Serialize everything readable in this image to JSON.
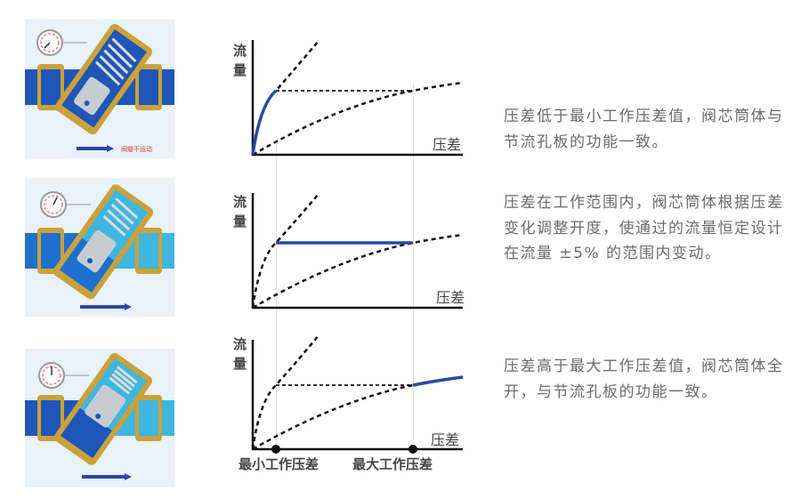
{
  "axis_labels": {
    "y": "流量",
    "x": "压差",
    "min_point": "最小工作压差",
    "max_point": "最大工作压差"
  },
  "valve_annotation": "阀瓣不运动",
  "rows": [
    {
      "state": "below-min",
      "description": "压差低于最小工作压差值，阀芯筒体与节流孔板的功能一致。"
    },
    {
      "state": "within-range",
      "description": "压差在工作范围内，阀芯筒体根据压差变化调整开度，使通过的流量恒定设计在流量 ±5% 的范围内变动。"
    },
    {
      "state": "above-max",
      "description": "压差高于最大工作压差值，阀芯筒体全开，与节流孔板的功能一致。"
    }
  ],
  "colors": {
    "highlight": "#2a48a8",
    "dashed": "#111111",
    "axis": "#111111",
    "text": "#6b6b6b",
    "pipe_dark": "#1f56b8",
    "pipe_light": "#3fb6e0",
    "brass": "#c9a23a"
  },
  "chart_data": [
    {
      "type": "line",
      "title": "",
      "xlabel": "压差",
      "ylabel": "流量",
      "markers": {
        "min_working_dp": 0.18,
        "max_working_dp": 0.76
      },
      "series": [
        {
          "name": "steep-orifice-curve",
          "style": "dashed",
          "x": [
            0,
            0.05,
            0.1,
            0.18,
            0.26,
            0.32
          ],
          "y": [
            0,
            0.28,
            0.45,
            0.56,
            0.74,
            0.96
          ]
        },
        {
          "name": "shallow-orifice-curve",
          "style": "dashed",
          "x": [
            0,
            0.2,
            0.4,
            0.6,
            0.76,
            1.0
          ],
          "y": [
            0,
            0.2,
            0.34,
            0.46,
            0.56,
            0.62
          ]
        },
        {
          "name": "plateau",
          "style": "dashed",
          "x": [
            0.18,
            0.76
          ],
          "y": [
            0.56,
            0.56
          ]
        },
        {
          "name": "active-region",
          "style": "solid-blue",
          "x": [
            0,
            0.05,
            0.1,
            0.18
          ],
          "y": [
            0,
            0.28,
            0.45,
            0.56
          ]
        }
      ]
    },
    {
      "type": "line",
      "title": "",
      "xlabel": "压差",
      "ylabel": "流量",
      "markers": {
        "min_working_dp": 0.18,
        "max_working_dp": 0.76
      },
      "series": [
        {
          "name": "steep-orifice-curve",
          "style": "dashed",
          "x": [
            0,
            0.05,
            0.1,
            0.18,
            0.26,
            0.32
          ],
          "y": [
            0,
            0.28,
            0.45,
            0.56,
            0.74,
            0.96
          ]
        },
        {
          "name": "shallow-orifice-curve",
          "style": "dashed",
          "x": [
            0,
            0.2,
            0.4,
            0.6,
            0.76,
            1.0
          ],
          "y": [
            0,
            0.2,
            0.34,
            0.46,
            0.56,
            0.62
          ]
        },
        {
          "name": "active-region",
          "style": "solid-blue",
          "x": [
            0.18,
            0.76
          ],
          "y": [
            0.56,
            0.56
          ]
        }
      ]
    },
    {
      "type": "line",
      "title": "",
      "xlabel": "压差",
      "ylabel": "流量",
      "xticks": [
        "最小工作压差",
        "最大工作压差"
      ],
      "markers": {
        "min_working_dp": 0.18,
        "max_working_dp": 0.76
      },
      "series": [
        {
          "name": "steep-orifice-curve",
          "style": "dashed",
          "x": [
            0,
            0.05,
            0.1,
            0.18,
            0.26,
            0.32
          ],
          "y": [
            0,
            0.28,
            0.45,
            0.56,
            0.74,
            0.96
          ]
        },
        {
          "name": "shallow-orifice-curve",
          "style": "dashed",
          "x": [
            0,
            0.2,
            0.4,
            0.6,
            0.76
          ],
          "y": [
            0,
            0.2,
            0.34,
            0.46,
            0.56
          ]
        },
        {
          "name": "plateau",
          "style": "dashed",
          "x": [
            0.18,
            0.76
          ],
          "y": [
            0.56,
            0.56
          ]
        },
        {
          "name": "active-region",
          "style": "solid-blue",
          "x": [
            0.76,
            1.0
          ],
          "y": [
            0.56,
            0.62
          ]
        }
      ]
    }
  ]
}
